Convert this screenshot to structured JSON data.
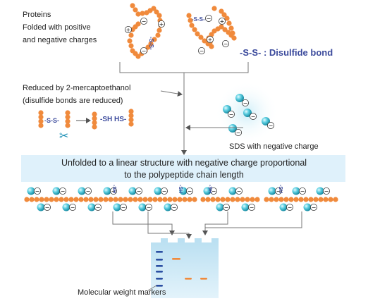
{
  "labels": {
    "proteins_line1": "Proteins",
    "proteins_line2": "Folded with positive",
    "proteins_line3": "and negative charges",
    "disulfide_legend": "-S-S- : Disulfide bond",
    "reduced_line1": "Reduced by 2-mercaptoethanol",
    "reduced_line2": "(disulfide bonds are reduced)",
    "ss_symbol": "-S-S-",
    "sh_symbol": "-SH HS-",
    "sds_caption": "SDS with negative charge",
    "banner_line1": "Unfolded to a linear structure with negative charge proportional",
    "banner_line2": "to the polypeptide chain length",
    "sh_tag": "-SH",
    "markers_caption": "Molecular weight markers"
  },
  "glyphs": {
    "plus": "+",
    "minus": "−",
    "scissors": "✂"
  },
  "colors": {
    "amino_acid": "#f08a3c",
    "sds_ball": "#3ec3d8",
    "banner_bg": "#dff1fb",
    "gel_bg": "#cfe9f6",
    "marker_band": "#2b4fa2",
    "sample_band": "#f08a3c",
    "sulfur_text": "#3b4a9c",
    "arrow": "#555555"
  }
}
